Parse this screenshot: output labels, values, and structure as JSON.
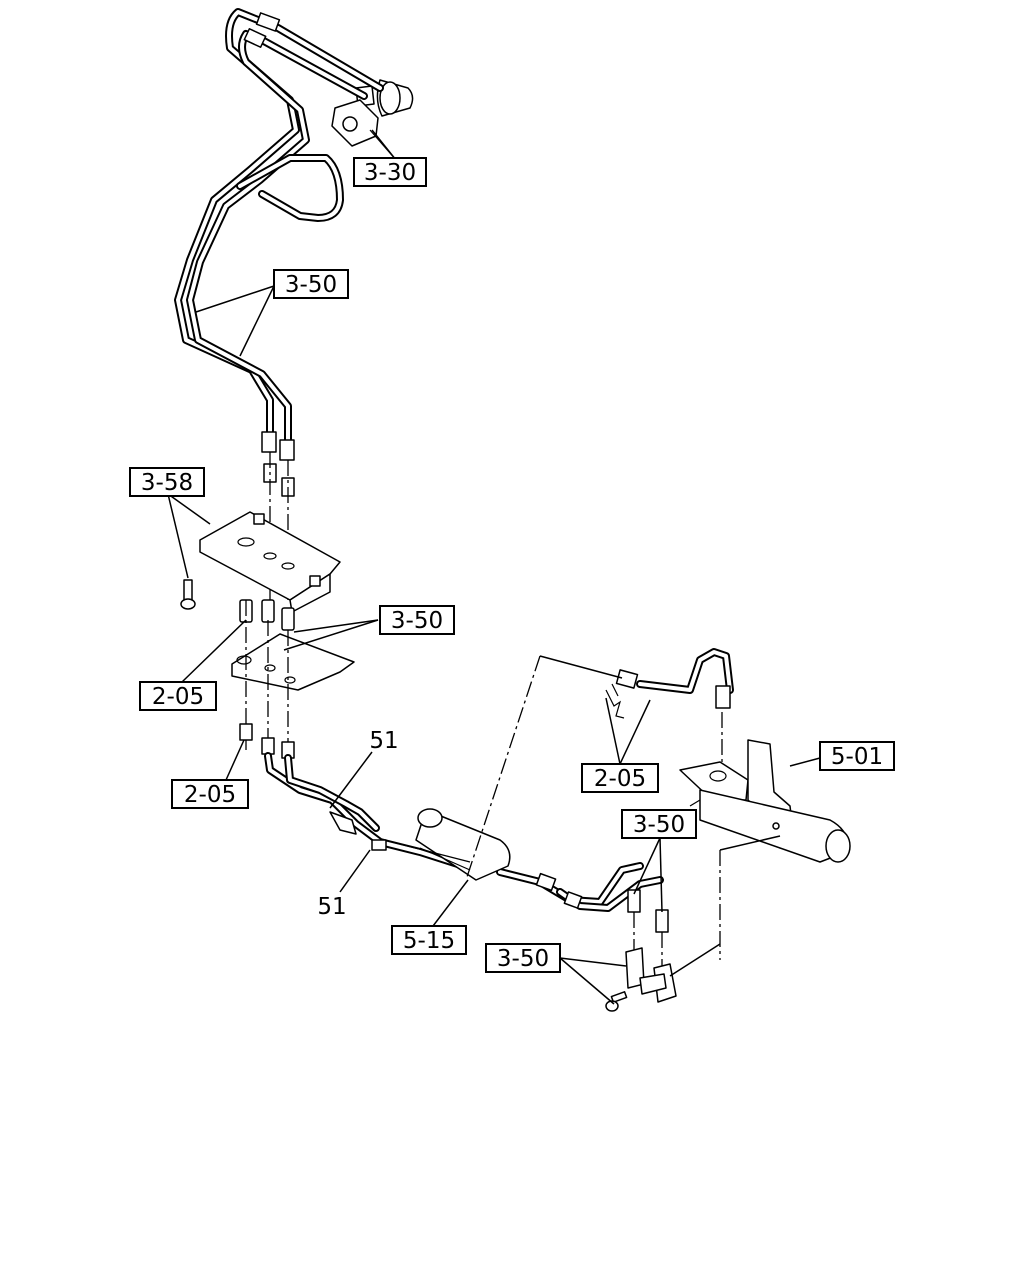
{
  "callouts": {
    "c_3_30": "3-30",
    "c_3_50_top": "3-50",
    "c_3_58": "3-58",
    "c_3_50_mid": "3-50",
    "c_2_05_left": "2-05",
    "c_2_05_lower": "2-05",
    "c_51_top": "51",
    "c_51_bottom": "51",
    "c_2_05_right": "2-05",
    "c_5_01": "5-01",
    "c_3_50_right": "3-50",
    "c_5_15": "5-15",
    "c_3_50_bottom": "3-50"
  }
}
